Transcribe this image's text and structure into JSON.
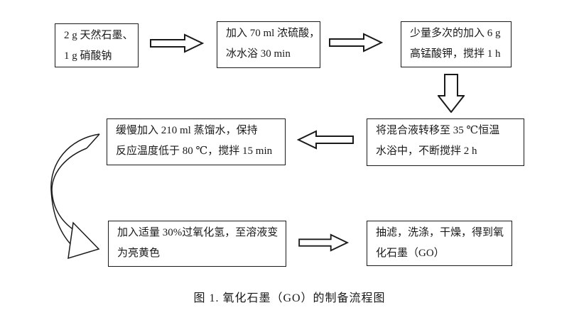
{
  "figure": {
    "caption": "图 1. 氧化石墨（GO）的制备流程图",
    "colors": {
      "stroke": "#1a1a1a",
      "background": "#ffffff",
      "text": "#1a1a1a"
    },
    "flow": {
      "boxes": [
        {
          "id": "step-1",
          "lines": [
            "2 g 天然石墨、",
            "1 g 硝酸钠"
          ]
        },
        {
          "id": "step-2",
          "lines": [
            "加入 70 ml 浓硫酸，",
            "冰水浴  30 min"
          ]
        },
        {
          "id": "step-3",
          "lines": [
            "少量多次的加入 6 g",
            "高锰酸钾，搅拌 1 h"
          ]
        },
        {
          "id": "step-4",
          "lines": [
            "将混合液转移至 35 ℃恒温",
            "水浴中，不断搅拌 2 h"
          ]
        },
        {
          "id": "step-5",
          "lines": [
            "缓慢加入 210 ml 蒸馏水，保持",
            "反应温度低于 80 ℃，搅拌 15 min"
          ]
        },
        {
          "id": "step-6",
          "lines": [
            "加入适量 30%过氧化氢，至溶液变",
            "为亮黄色"
          ]
        },
        {
          "id": "step-7",
          "lines": [
            "抽滤，洗涤，干燥，得到氧",
            "化石墨（GO）"
          ]
        }
      ],
      "arrows": [
        {
          "name": "arrow-right-icon",
          "from": "step-1",
          "to": "step-2"
        },
        {
          "name": "arrow-right-icon",
          "from": "step-2",
          "to": "step-3"
        },
        {
          "name": "arrow-down-icon",
          "from": "step-3",
          "to": "step-4"
        },
        {
          "name": "arrow-left-icon",
          "from": "step-4",
          "to": "step-5"
        },
        {
          "name": "curved-arrow-icon",
          "from": "step-5",
          "to": "step-6"
        },
        {
          "name": "arrow-right-icon",
          "from": "step-6",
          "to": "step-7"
        }
      ]
    }
  }
}
